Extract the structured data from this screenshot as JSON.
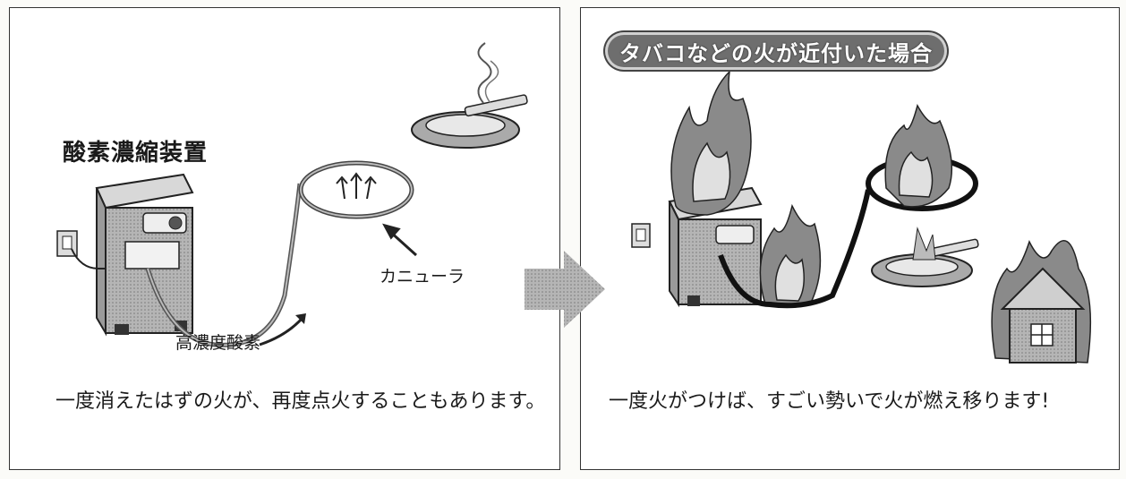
{
  "left_panel": {
    "title": "酸素濃縮装置",
    "cannula_label": "カニューラ",
    "oxygen_label": "高濃度酸素",
    "caption": "一度消えたはずの火が、再度点火することもあります。"
  },
  "right_panel": {
    "badge": "タバコなどの火が近付いた場合",
    "caption": "一度火がつけば、すごい勢いで火が燃え移ります!"
  },
  "colors": {
    "flame_outer": "#8a8a8a",
    "flame_inner": "#e0e0e0",
    "arrow": "#9a9a9a"
  }
}
